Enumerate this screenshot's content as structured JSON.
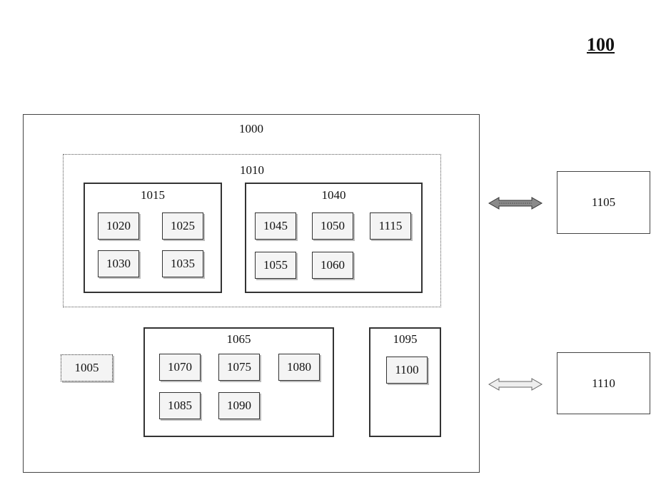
{
  "figure": {
    "label": "100"
  },
  "system": {
    "label": "1000"
  },
  "unit_1010": {
    "label": "1010"
  },
  "group_1015": {
    "label": "1015",
    "items": [
      "1020",
      "1025",
      "1030",
      "1035"
    ]
  },
  "group_1040": {
    "label": "1040",
    "items": [
      "1045",
      "1050",
      "1115",
      "1055",
      "1060"
    ]
  },
  "item_1005": {
    "label": "1005"
  },
  "group_1065": {
    "label": "1065",
    "items": [
      "1070",
      "1075",
      "1080",
      "1085",
      "1090"
    ]
  },
  "group_1095": {
    "label": "1095",
    "items": [
      "1100"
    ]
  },
  "external": [
    {
      "label": "1105"
    },
    {
      "label": "1110"
    }
  ]
}
